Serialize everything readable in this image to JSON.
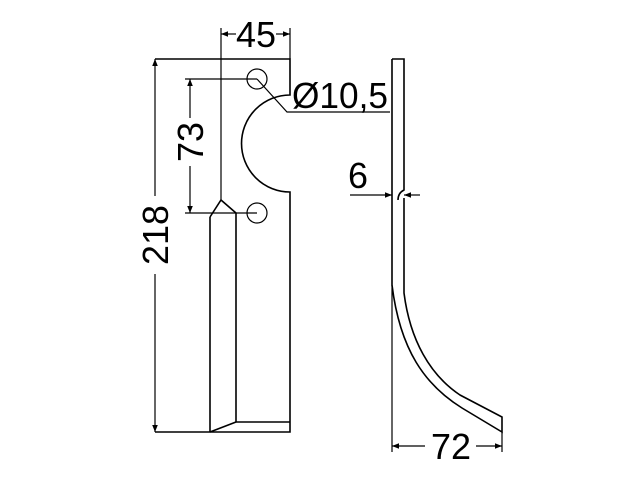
{
  "dimensions": {
    "width": "45",
    "hole_diameter": "Ø10,5",
    "hole_spacing": "73",
    "total_height": "218",
    "thickness": "6",
    "bend_offset": "72"
  },
  "colors": {
    "line": "#000000",
    "background": "#ffffff"
  }
}
